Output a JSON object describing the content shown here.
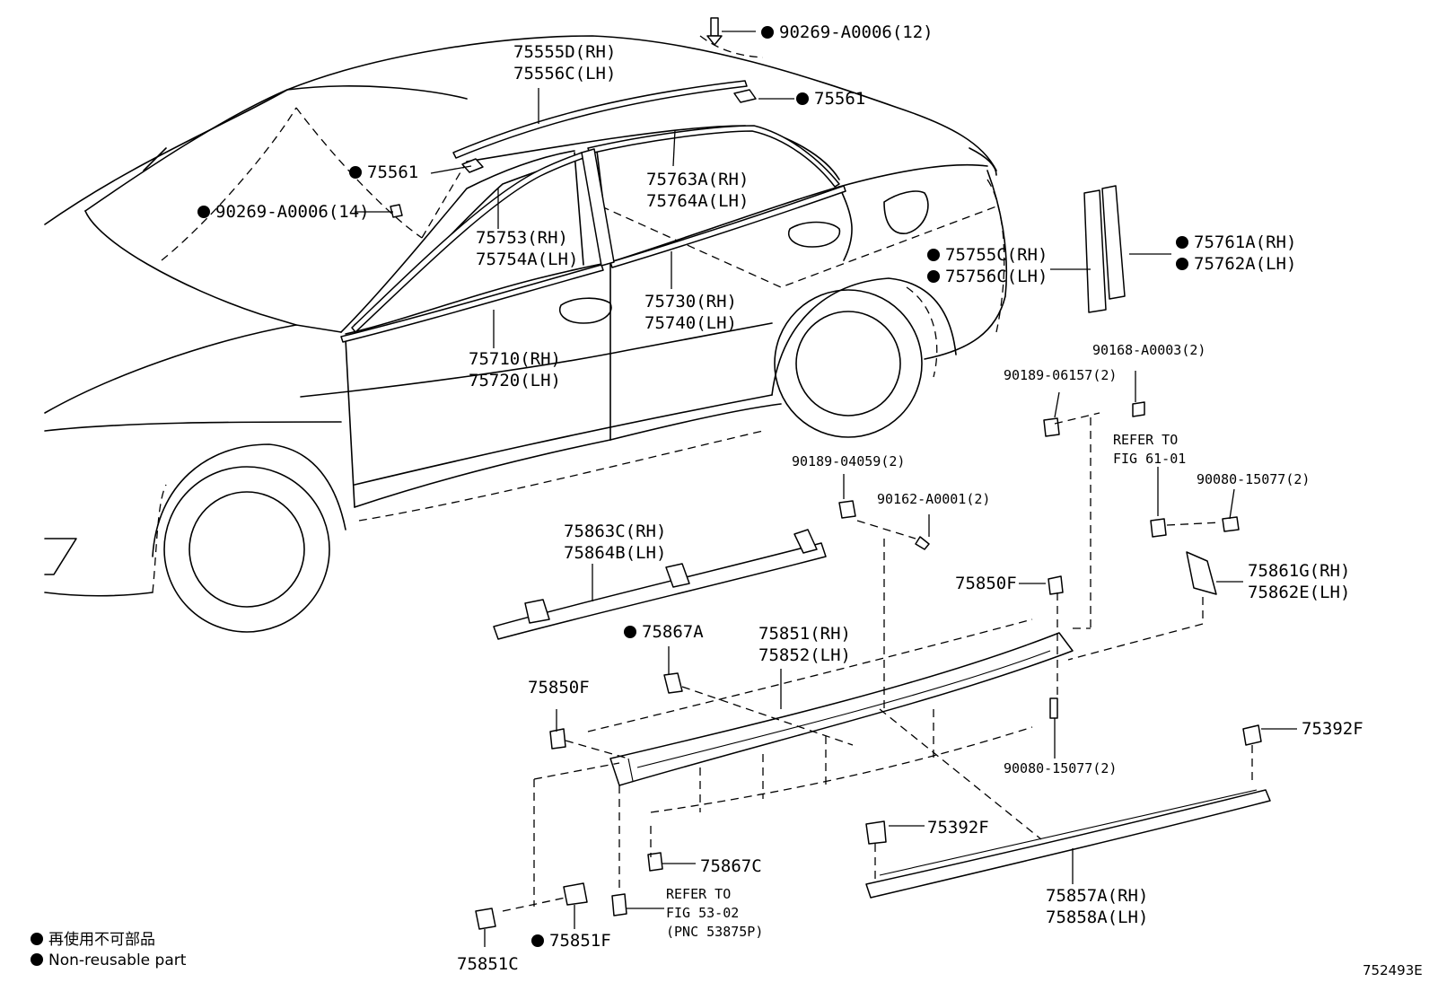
{
  "diagram": {
    "figure_id": "752493E",
    "legend": {
      "line_jp": "再使用不可部品",
      "line_en": "Non-reusable part"
    },
    "callouts": [
      {
        "id": "c01",
        "lines": [
          "90269-A0006(12)"
        ],
        "non_reusable": true
      },
      {
        "id": "c02",
        "lines": [
          "75555D(RH)",
          "75556C(LH)"
        ],
        "non_reusable": false
      },
      {
        "id": "c03",
        "lines": [
          "75561"
        ],
        "non_reusable": true
      },
      {
        "id": "c04",
        "lines": [
          "75561"
        ],
        "non_reusable": true
      },
      {
        "id": "c05",
        "lines": [
          "90269-A0006(14)"
        ],
        "non_reusable": true
      },
      {
        "id": "c06",
        "lines": [
          "75763A(RH)",
          "75764A(LH)"
        ],
        "non_reusable": false
      },
      {
        "id": "c07",
        "lines": [
          "75753(RH)",
          "75754A(LH)"
        ],
        "non_reusable": false
      },
      {
        "id": "c08",
        "lines": [
          "75755C(RH)",
          "75756C(LH)"
        ],
        "non_reusable": true
      },
      {
        "id": "c09",
        "lines": [
          "75761A(RH)",
          "75762A(LH)"
        ],
        "non_reusable": true
      },
      {
        "id": "c10",
        "lines": [
          "75730(RH)",
          "75740(LH)"
        ],
        "non_reusable": false
      },
      {
        "id": "c11",
        "lines": [
          "75710(RH)",
          "75720(LH)"
        ],
        "non_reusable": false
      },
      {
        "id": "c12",
        "lines": [
          "90168-A0003(2)"
        ],
        "non_reusable": false
      },
      {
        "id": "c13",
        "lines": [
          "90189-06157(2)"
        ],
        "non_reusable": false
      },
      {
        "id": "c14",
        "lines": [
          "REFER TO",
          "FIG 61-01"
        ],
        "non_reusable": false
      },
      {
        "id": "c15",
        "lines": [
          "90080-15077(2)"
        ],
        "non_reusable": false
      },
      {
        "id": "c16",
        "lines": [
          "90189-04059(2)"
        ],
        "non_reusable": false
      },
      {
        "id": "c17",
        "lines": [
          "90162-A0001(2)"
        ],
        "non_reusable": false
      },
      {
        "id": "c18",
        "lines": [
          "75863C(RH)",
          "75864B(LH)"
        ],
        "non_reusable": false
      },
      {
        "id": "c19",
        "lines": [
          "75850F"
        ],
        "non_reusable": false
      },
      {
        "id": "c20",
        "lines": [
          "75861G(RH)",
          "75862E(LH)"
        ],
        "non_reusable": false
      },
      {
        "id": "c21",
        "lines": [
          "75867A"
        ],
        "non_reusable": true
      },
      {
        "id": "c22",
        "lines": [
          "75851(RH)",
          "75852(LH)"
        ],
        "non_reusable": false
      },
      {
        "id": "c23",
        "lines": [
          "75850F"
        ],
        "non_reusable": false
      },
      {
        "id": "c24",
        "lines": [
          "75392F"
        ],
        "non_reusable": false
      },
      {
        "id": "c25",
        "lines": [
          "90080-15077(2)"
        ],
        "non_reusable": false
      },
      {
        "id": "c26",
        "lines": [
          "75392F"
        ],
        "non_reusable": false
      },
      {
        "id": "c27",
        "lines": [
          "75867C"
        ],
        "non_reusable": false
      },
      {
        "id": "c28",
        "lines": [
          "REFER TO",
          "FIG 53-02",
          "(PNC 53875P)"
        ],
        "non_reusable": false
      },
      {
        "id": "c29",
        "lines": [
          "75857A(RH)",
          "75858A(LH)"
        ],
        "non_reusable": false
      },
      {
        "id": "c30",
        "lines": [
          "75851F"
        ],
        "non_reusable": true
      },
      {
        "id": "c31",
        "lines": [
          "75851C"
        ],
        "non_reusable": false
      }
    ]
  }
}
